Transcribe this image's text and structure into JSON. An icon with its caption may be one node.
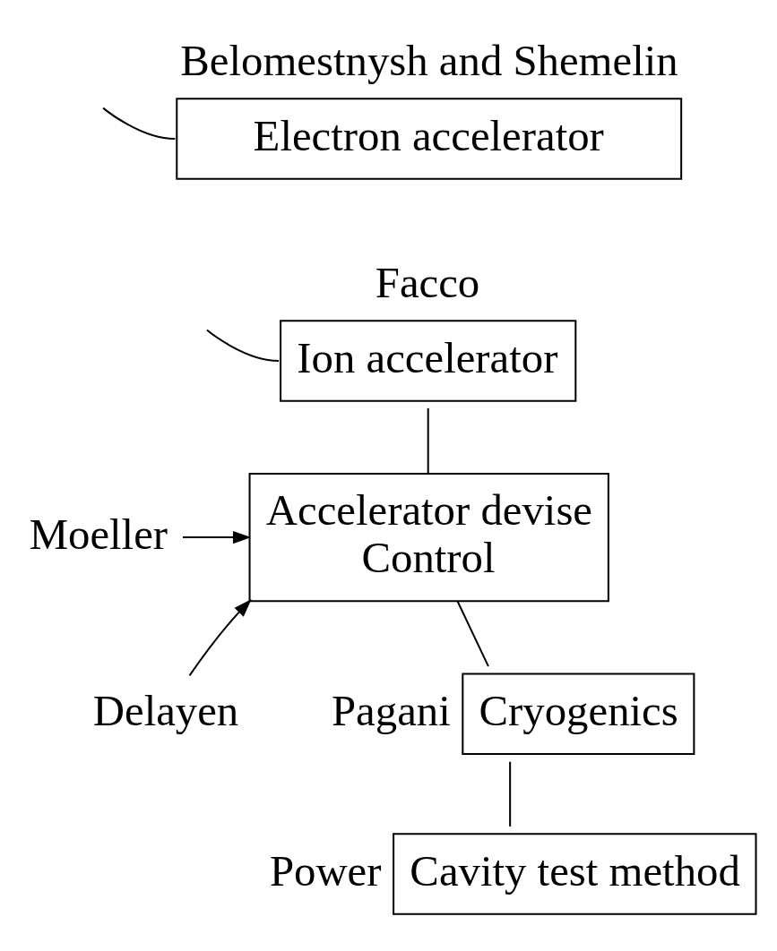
{
  "diagram": {
    "nodes": [
      {
        "text": [
          "Electron accelerator"
        ],
        "beside": [
          "Belomestnysh and Shemelin"
        ]
      },
      {
        "text": [
          "Ion accelerator"
        ],
        "beside": [
          "Facco"
        ]
      },
      {
        "text": [
          "Accelerator devise",
          "Control"
        ]
      },
      {
        "text": [
          "Cryogenics"
        ],
        "beside": [
          "Pagani"
        ]
      },
      {
        "text": [
          "Cavity test method"
        ],
        "beside": [
          "Power"
        ]
      },
      {
        "text": [
          "Moeller"
        ]
      },
      {
        "text": [
          "Delayen"
        ]
      }
    ],
    "edges": [
      {
        "from": null,
        "to": 0,
        "arrow": "none"
      },
      {
        "from": null,
        "to": 1,
        "arrow": "none"
      },
      {
        "from": 1,
        "to": 2,
        "arrow": "none"
      },
      {
        "from": 2,
        "to": 3,
        "arrow": "none"
      },
      {
        "from": 3,
        "to": 4,
        "arrow": "none"
      },
      {
        "from": 5,
        "to": 2,
        "arrow": "to"
      },
      {
        "from": 6,
        "to": 2,
        "arrow": "to"
      }
    ]
  }
}
